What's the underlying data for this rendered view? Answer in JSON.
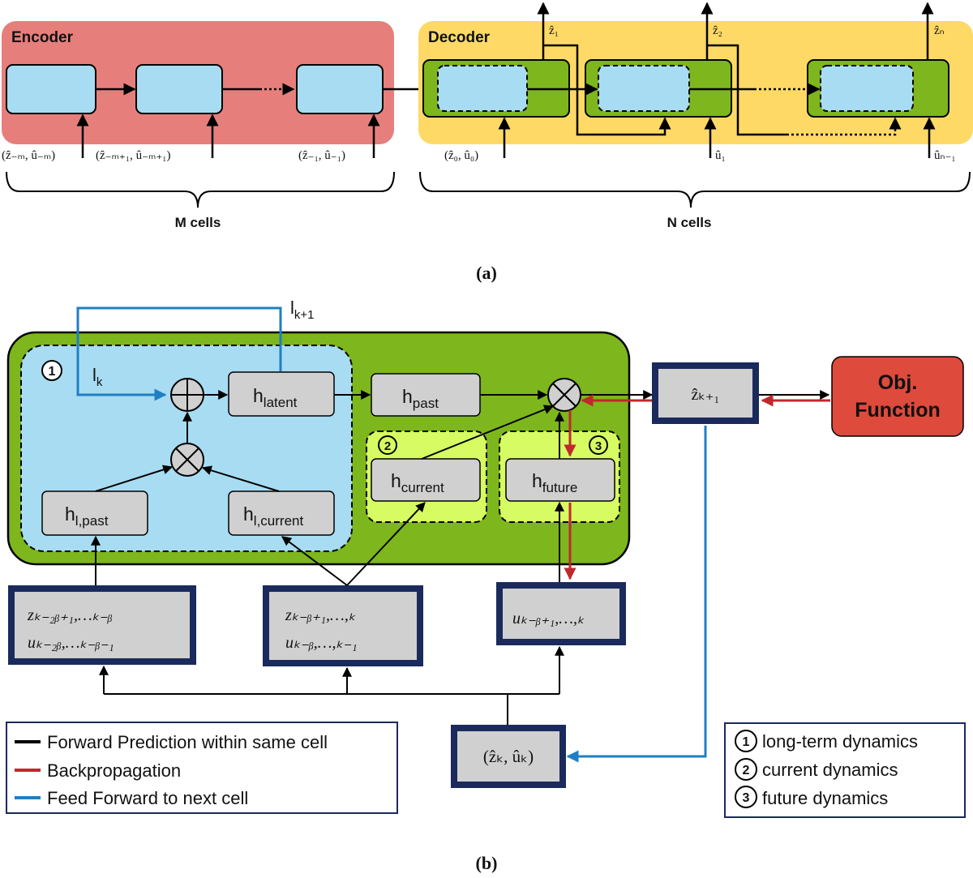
{
  "part_a": {
    "encoder_label": "Encoder",
    "decoder_label": "Decoder",
    "encoder_inputs": [
      "(ẑ₋ₘ, û₋ₘ)",
      "(ẑ₋ₘ₊₁, û₋ₘ₊₁)",
      "(ẑ₋₁, û₋₁)"
    ],
    "decoder_inputs": [
      "(ẑ₀, û₀)",
      "û₁",
      "ûₙ₋₁"
    ],
    "decoder_outputs": [
      "ẑ₁",
      "ẑ₂",
      "ẑₙ"
    ],
    "m_cells": "M cells",
    "n_cells": "N cells",
    "caption": "(a)"
  },
  "part_b": {
    "lk1": "l",
    "lk1_sub": "k+1",
    "lk": "l",
    "lk_sub": "k",
    "h_latent": "h",
    "h_latent_sub": "latent",
    "h_past": "h",
    "h_past_sub": "past",
    "h_current": "h",
    "h_current_sub": "current",
    "h_future": "h",
    "h_future_sub": "future",
    "h_l_past": "h",
    "h_l_past_sub": "l,past",
    "h_l_current": "h",
    "h_l_current_sub": "l,current",
    "badge1": "1",
    "badge2": "2",
    "badge3": "3",
    "z_next": "ẑₖ₊₁",
    "obj_line1": "Obj.",
    "obj_line2": "Function",
    "input_past_line1": "zₖ₋₂ᵦ₊₁,…ₖ₋ᵦ",
    "input_past_line2": "uₖ₋₂ᵦ,…ₖ₋ᵦ₋₁",
    "input_curr_line1": "zₖ₋ᵦ₊₁,…,ₖ",
    "input_curr_line2": "uₖ₋ᵦ,…,ₖ₋₁",
    "input_future": "uₖ₋ᵦ₊₁,…,ₖ",
    "zk_uk": "(ẑₖ, ûₖ)",
    "caption": "(b)"
  },
  "legend_arrows": [
    {
      "label": "Forward Prediction within same cell",
      "color": "#000000"
    },
    {
      "label": "Backpropagation",
      "color": "#c0282d"
    },
    {
      "label": "Feed Forward to next cell",
      "color": "#1f7fc4"
    }
  ],
  "legend_dynamics": [
    {
      "num": "1",
      "label": "long-term dynamics"
    },
    {
      "num": "2",
      "label": "current dynamics"
    },
    {
      "num": "3",
      "label": "future dynamics"
    }
  ],
  "colors": {
    "encoder_bg": "#e67f7c",
    "decoder_bg": "#fed966",
    "cell_green": "#7db61d",
    "cell_blue": "#a8dcf2",
    "light_green": "#d6fb63",
    "gray_box": "#d0d0d0",
    "navy": "#1b2a5c",
    "obj_red": "#de4a3c",
    "back_red": "#c0282d",
    "feed_blue": "#1f7fc4"
  }
}
